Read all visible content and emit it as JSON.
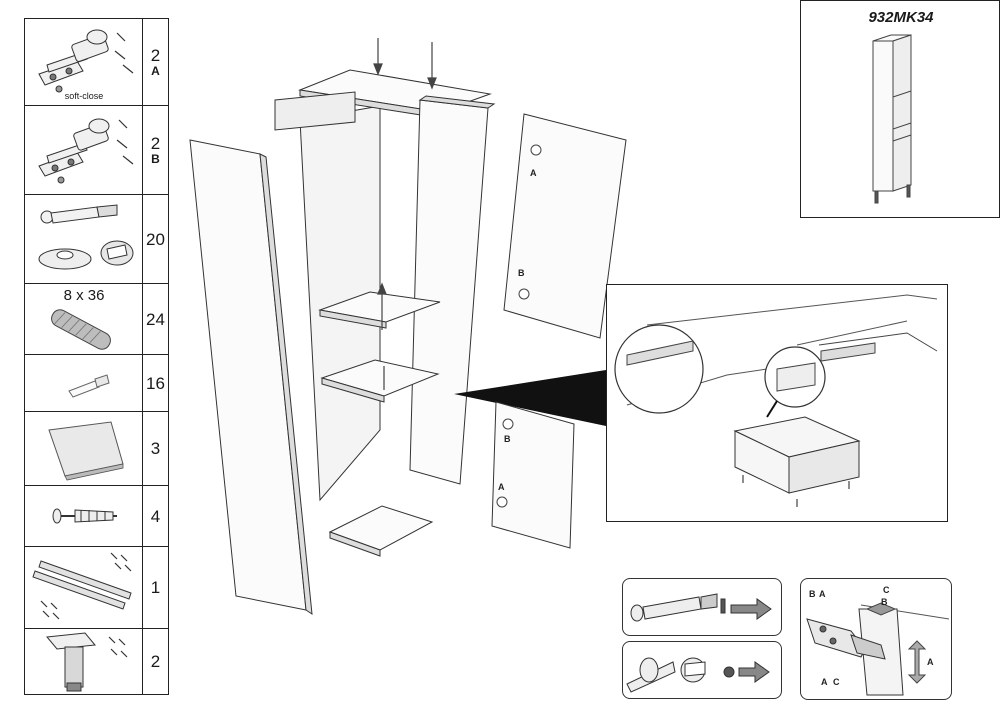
{
  "model_code": "932MK34",
  "parts": [
    {
      "qty": "2",
      "sub": "A",
      "caption": "soft-close",
      "icon": "soft-close-hinge-icon"
    },
    {
      "qty": "2",
      "sub": "B",
      "caption": "",
      "icon": "hinge-icon"
    },
    {
      "qty": "20",
      "sub": "",
      "caption": "",
      "icon": "cam-lock-fitting-icon"
    },
    {
      "qty": "24",
      "sub": "",
      "caption": "8 x 36",
      "icon": "wooden-dowel-icon"
    },
    {
      "qty": "16",
      "sub": "",
      "caption": "",
      "icon": "shelf-pin-icon"
    },
    {
      "qty": "3",
      "sub": "",
      "caption": "",
      "icon": "cover-cap-icon"
    },
    {
      "qty": "4",
      "sub": "",
      "caption": "",
      "icon": "wall-plug-icon"
    },
    {
      "qty": "1",
      "sub": "",
      "caption": "",
      "icon": "drawer-runner-icon"
    },
    {
      "qty": "2",
      "sub": "",
      "caption": "",
      "icon": "cabinet-leg-icon"
    }
  ],
  "panel_labels": {
    "upper_door_top": "A",
    "upper_door_bottom": "B",
    "lower_door_top": "B",
    "lower_door_bottom": "A"
  },
  "hinge_adjust_labels": {
    "b_top": "B",
    "a_top": "A",
    "c_top": "C",
    "b_arrow": "B",
    "a_bottom": "A",
    "c_bottom": "C",
    "a_arrow": "A"
  }
}
